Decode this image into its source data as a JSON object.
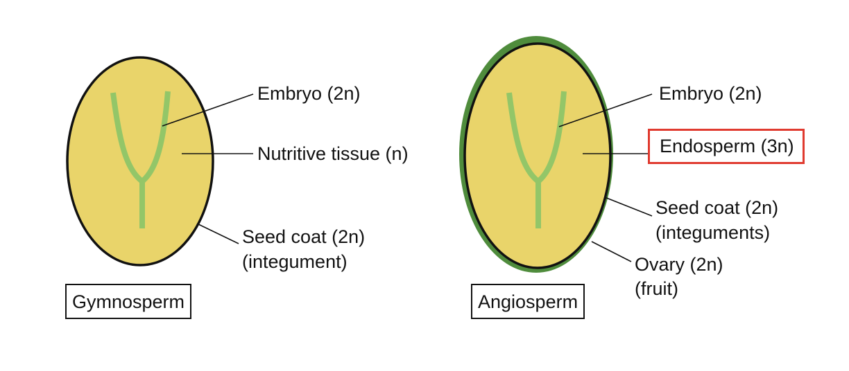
{
  "colors": {
    "seed_fill": "#e9d46a",
    "embryo": "#93c668",
    "outline": "#111111",
    "fruit_ring": "#4f8c3c",
    "highlight_border": "#e03a2f"
  },
  "gymnosperm": {
    "title": "Gymnosperm",
    "embryo_label": "Embryo (2n)",
    "nutritive_label": "Nutritive tissue (n)",
    "seed_coat_line1": "Seed coat (2n)",
    "seed_coat_line2": "(integument)"
  },
  "angiosperm": {
    "title": "Angiosperm",
    "embryo_label": "Embryo (2n)",
    "endosperm_label": "Endosperm (3n)",
    "seed_coat_line1": "Seed coat (2n)",
    "seed_coat_line2": "(integuments)",
    "ovary_line1": "Ovary (2n)",
    "ovary_line2": "(fruit)"
  }
}
